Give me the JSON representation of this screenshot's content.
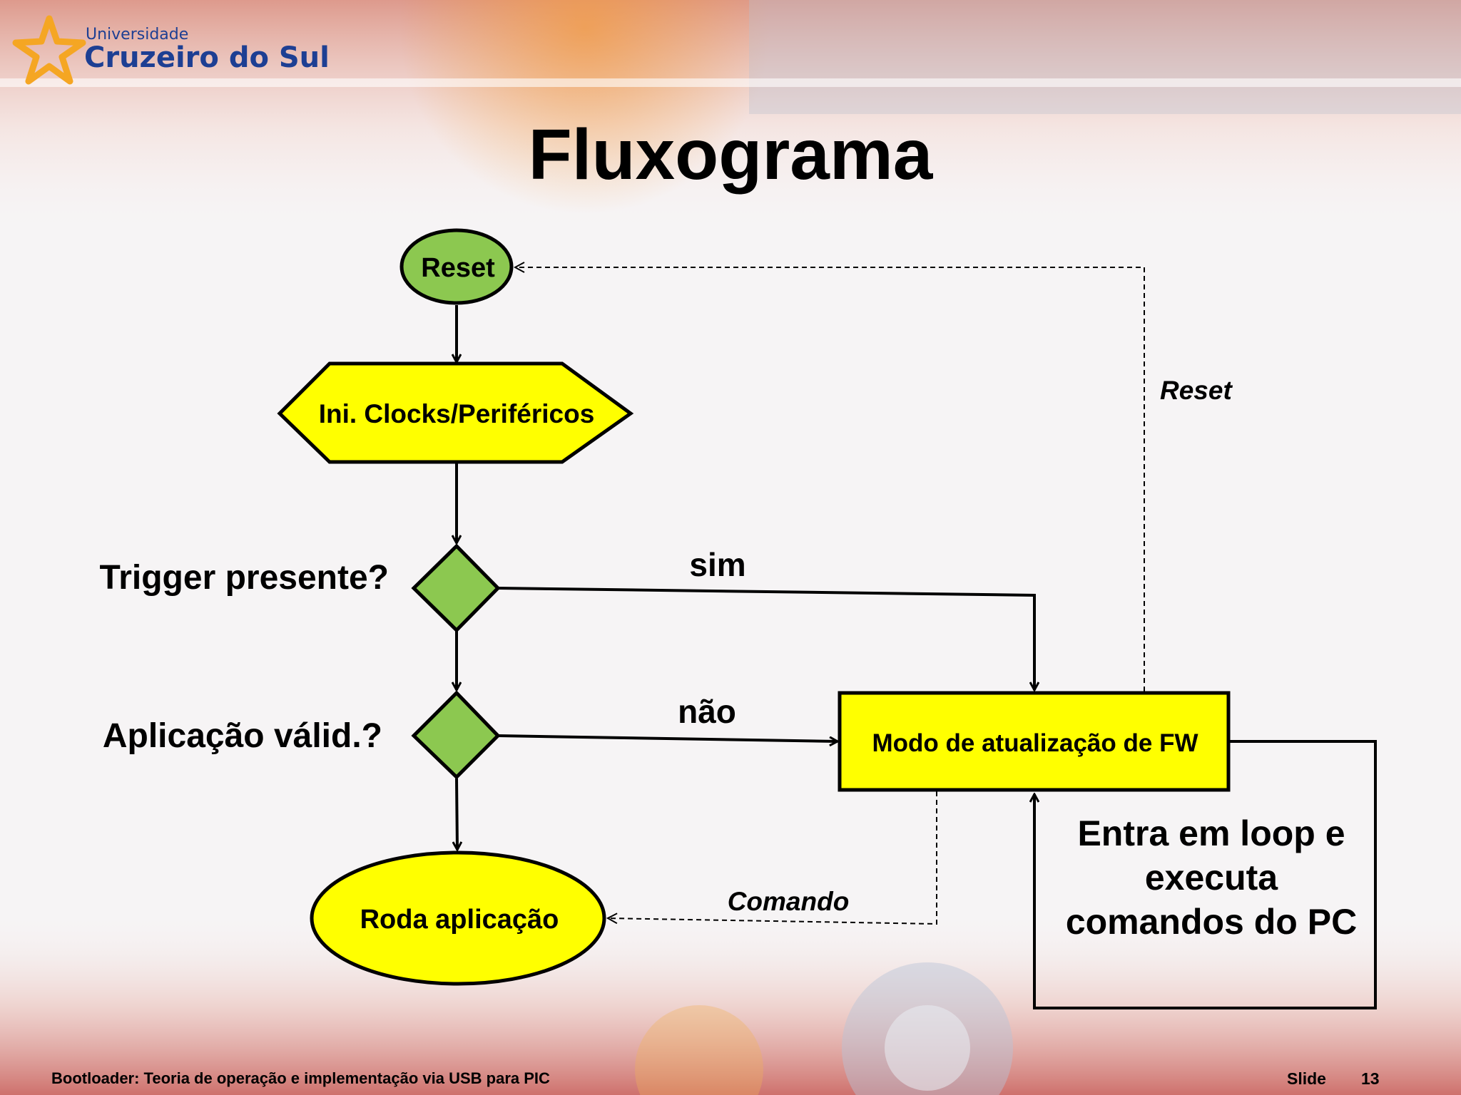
{
  "header": {
    "logo_line1": "Universidade",
    "logo_line2": "Cruzeiro do Sul"
  },
  "title": "Fluxograma",
  "nodes": {
    "reset": "Reset",
    "init": "Ini. Clocks/Periféricos",
    "trigger_question": "Trigger presente?",
    "app_valid_question": "Aplicação válid.?",
    "run_app": "Roda aplicação",
    "fw_update": "Modo de atualização de FW"
  },
  "edge_labels": {
    "sim": "sim",
    "nao": "não",
    "reset": "Reset",
    "comando": "Comando"
  },
  "loop_note": [
    "Entra em loop e",
    "executa",
    "comandos do PC"
  ],
  "footer": {
    "course": "Bootloader: Teoria de operação e implementação via USB para PIC",
    "slide_label": "Slide",
    "slide_number": "13"
  },
  "colors": {
    "green": "#8cc850",
    "yellow": "#ffff00",
    "logo_blue": "#1d3f93",
    "logo_star": "#f5a623"
  }
}
